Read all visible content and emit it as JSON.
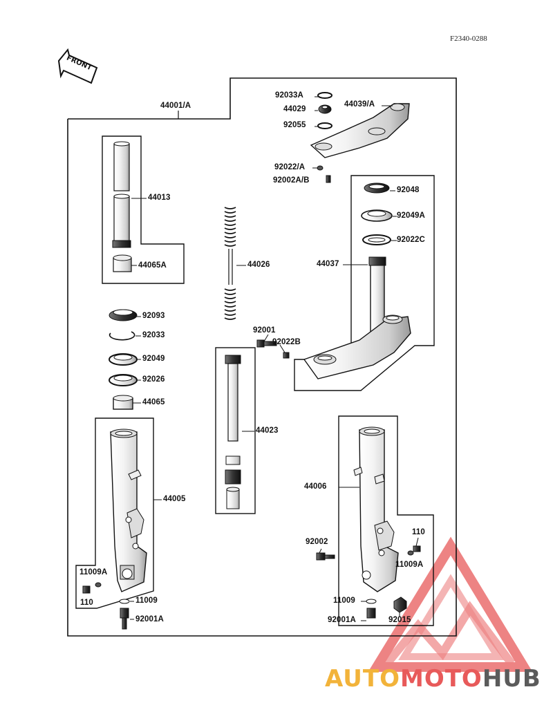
{
  "figure_code": "F2340-0288",
  "front_label": "FRONT",
  "parts": {
    "p44001A": "44001/A",
    "p92033A": "92033A",
    "p44029": "44029",
    "p92055": "92055",
    "p44039A": "44039/A",
    "p92022A": "92022/A",
    "p92002AB": "92002A/B",
    "p44013": "44013",
    "p44065A": "44065A",
    "p44026": "44026",
    "p92048": "92048",
    "p92049A": "92049A",
    "p92022C": "92022C",
    "p44037": "44037",
    "p92093": "92093",
    "p92033": "92033",
    "p92049": "92049",
    "p92026": "92026",
    "p44065": "44065",
    "p92001": "92001",
    "p92022B": "92022B",
    "p44023": "44023",
    "p44005": "44005",
    "p44006": "44006",
    "p11009A_left": "11009A",
    "p110_left": "110",
    "p11009_left": "11009",
    "p92001A_left": "92001A",
    "p92002": "92002",
    "p110_right": "110",
    "p11009A_right": "11009A",
    "p11009_right": "11009",
    "p92001A_right": "92001A",
    "p92015": "92015"
  },
  "watermark": {
    "part1": "AUTO",
    "part2": "MOTO",
    "part3": "HUB",
    "colors": {
      "yellow": "#f2b33a",
      "red": "#e85a5a",
      "gray": "#5b5b5b"
    }
  }
}
